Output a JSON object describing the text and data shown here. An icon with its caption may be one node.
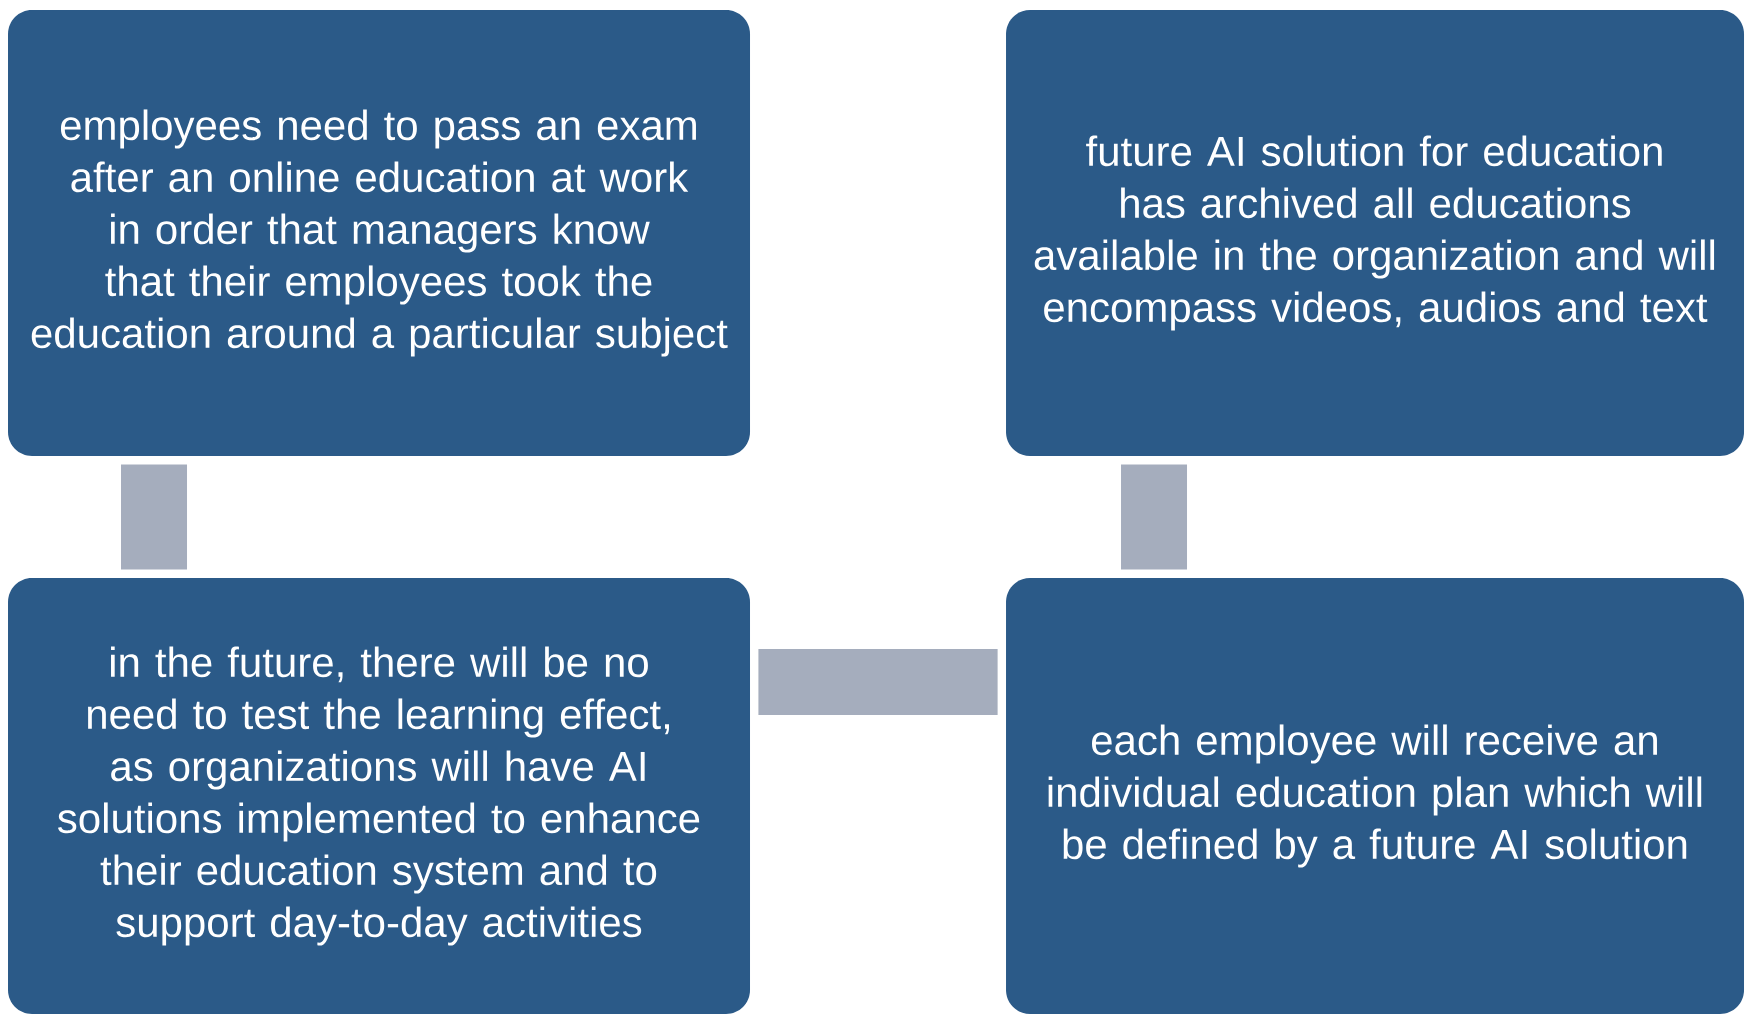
{
  "diagram": {
    "nodes": [
      {
        "text": [
          "employees need to pass an exam after an online education at work in order that managers know that their employees took the education around a particular subject"
        ]
      },
      {
        "text": [
          "future AI solution for education has archived all educations available in the organization and will encompass videos, audios and text"
        ]
      },
      {
        "text": [
          "in the future, there will be no need to test the learning effect, as organizations will have AI solutions implemented to enhance their education system and to support day-to-day activities"
        ]
      },
      {
        "text": [
          "each employee will receive an individual education plan which will be defined by a future AI solution"
        ]
      }
    ],
    "edges": [
      {
        "from": 0,
        "to": 2,
        "arrow": "none"
      },
      {
        "from": 1,
        "to": 3,
        "arrow": "none"
      },
      {
        "from": 2,
        "to": 3,
        "arrow": "none"
      }
    ]
  }
}
